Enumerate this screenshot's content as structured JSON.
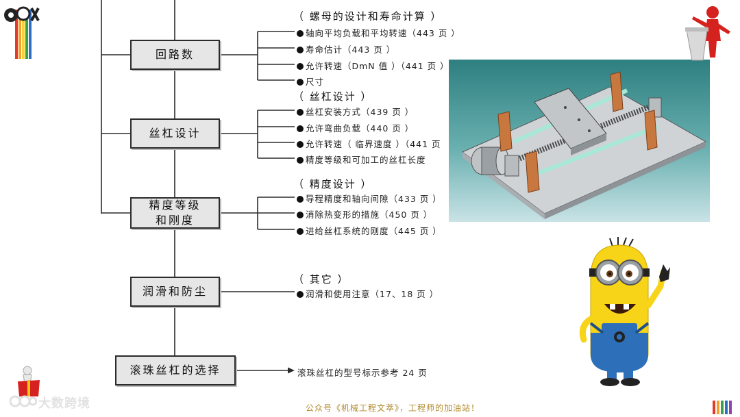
{
  "boxes": [
    {
      "id": "loop",
      "label": "回路数"
    },
    {
      "id": "screw",
      "label": "丝杠设计"
    },
    {
      "id": "precision",
      "label_line1": "精度等级",
      "label_line2": "和刚度"
    },
    {
      "id": "lube",
      "label": "润滑和防尘"
    },
    {
      "id": "select",
      "label": "滚珠丝杠的选择"
    }
  ],
  "groups": [
    {
      "heading": "（ 螺母的设计和寿命计算 ）",
      "items": [
        "轴向平均负载和平均转速（443 页 ）",
        "寿命估计（443 页 ）",
        "允许转速（DmN 值 ）（441 页 ）",
        "尺寸"
      ]
    },
    {
      "heading": "（ 丝杠设计 ）",
      "items": [
        "丝杠安装方式（439 页 ）",
        "允许弯曲负载（440 页 ）",
        "允许转速（ 临界速度 ）（441 页",
        "精度等级和可加工的丝杠长度"
      ]
    },
    {
      "heading": "（ 精度设计 ）",
      "items": [
        "导程精度和轴向间隙（433 页 ）",
        "消除热变形的措施（450 页 ）",
        "进给丝杠系统的刚度（445 页 ）"
      ]
    },
    {
      "heading": "（ 其它 ）",
      "items": [
        "润滑和使用注意（17、18 页 ）"
      ]
    }
  ],
  "select_note": "滚珠丝杠的型号标示参考 24 页",
  "footer": "公众号《机械工程文萃》，工程师的加油站！",
  "watermark": "大数跨境",
  "colors": {
    "line": "#2b2b2b",
    "box": "#e6e6e6",
    "footer": "#b08a2a",
    "render_bg": "#2f7f7f",
    "rail": "#a8e8d6",
    "copper": "#c8773f",
    "minion_yellow": "#f7d417",
    "minion_blue": "#2d6fb8"
  }
}
